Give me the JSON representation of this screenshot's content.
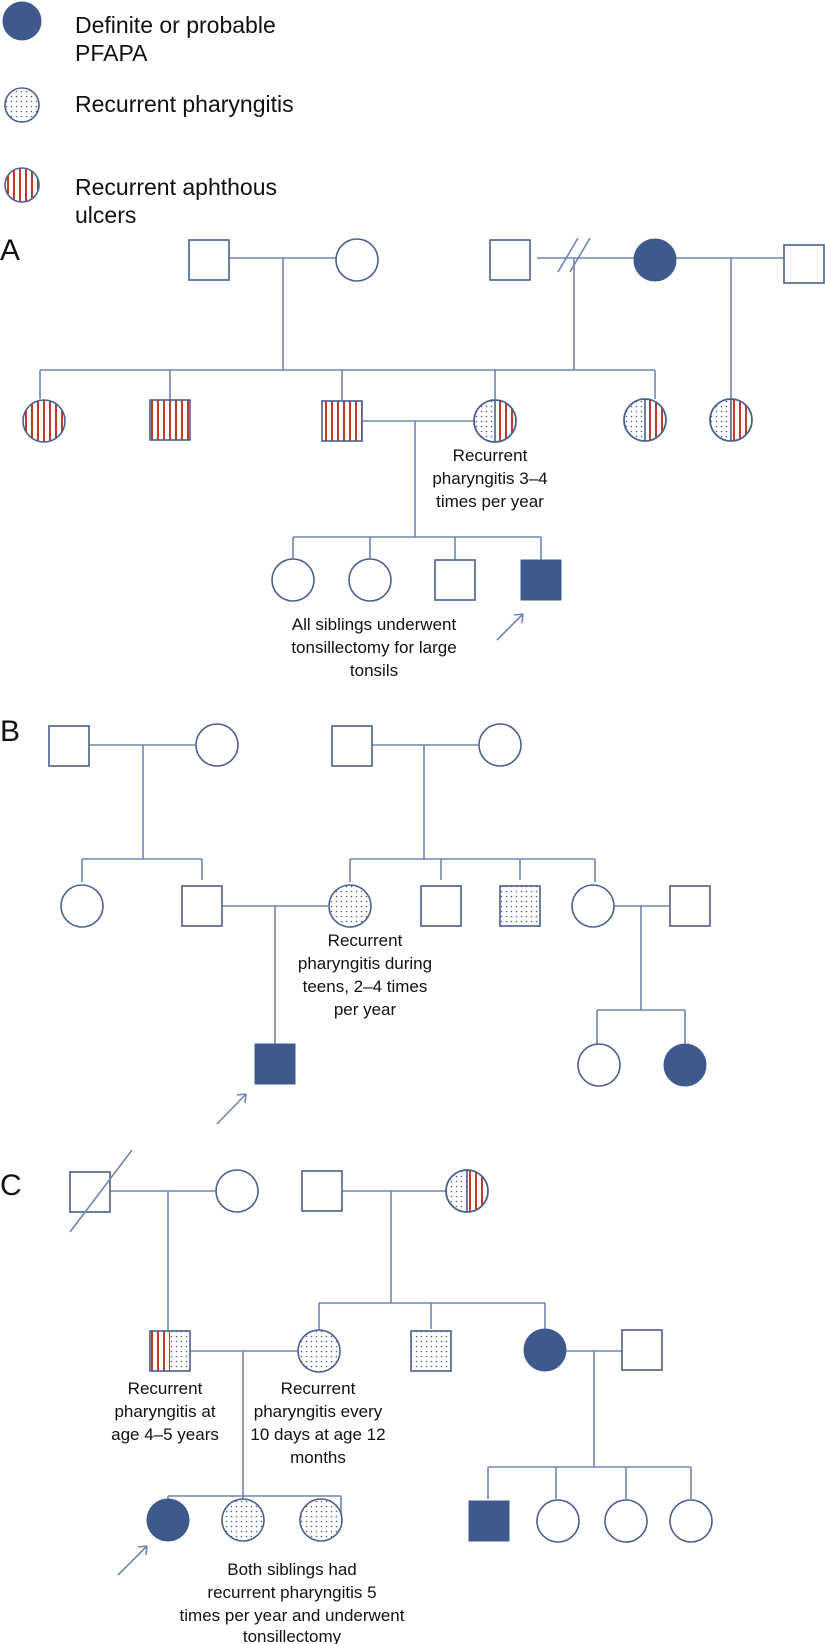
{
  "colors": {
    "line": "#6f86b0",
    "affected": "#3e5a8c",
    "stipple": "#4a5f8e",
    "stripe": "#c0392b"
  },
  "legend": {
    "pfapa": [
      "Definite or probable",
      "PFAPA"
    ],
    "pharyngitis": [
      "Recurrent pharyngitis"
    ],
    "ulcers": [
      "Recurrent aphthous",
      "ulcers"
    ]
  },
  "panels": {
    "a": {
      "label": "A",
      "note_mother": [
        "Recurrent",
        "pharyngitis 3–4",
        "times per year"
      ],
      "note_siblings": [
        "All siblings underwent",
        "tonsillectomy for large",
        "tonsils"
      ]
    },
    "b": {
      "label": "B",
      "note_mother": [
        "Recurrent",
        "pharyngitis during",
        "teens, 2–4 times",
        "per year"
      ]
    },
    "c": {
      "label": "C",
      "note_father": [
        "Recurrent",
        "pharyngitis at",
        "age 4–5 years"
      ],
      "note_mother": [
        "Recurrent",
        "pharyngitis every",
        "10 days at age 12",
        "months"
      ],
      "note_siblings": [
        "Both siblings had",
        "recurrent pharyngitis 5",
        "times per year and underwent",
        "tonsillectomy"
      ]
    }
  }
}
